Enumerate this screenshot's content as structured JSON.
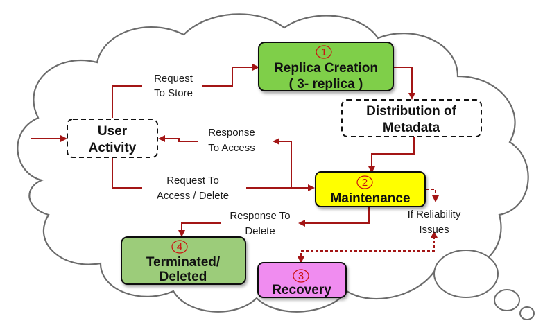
{
  "nodes": {
    "user_activity": {
      "line1": "User",
      "line2": "Activity"
    },
    "replica_creation": {
      "number": "1",
      "line1": "Replica Creation",
      "line2": "( 3- replica )"
    },
    "distribution": {
      "line1": "Distribution of",
      "line2": "Metadata"
    },
    "maintenance": {
      "number": "2",
      "line1": "Maintenance"
    },
    "recovery": {
      "number": "3",
      "line1": "Recovery"
    },
    "terminated": {
      "number": "4",
      "line1": "Terminated/",
      "line2": "Deleted"
    }
  },
  "edges": {
    "request_to_store": {
      "line1": "Request",
      "line2": "To Store"
    },
    "response_to_access": {
      "line1": "Response",
      "line2": "To Access"
    },
    "request_access_delete": {
      "line1": "Request To",
      "line2": "Access / Delete"
    },
    "response_to_delete": {
      "line1": "Response To",
      "line2": "Delete"
    },
    "reliability_issues": {
      "line1": "If Reliability",
      "line2": "Issues"
    }
  },
  "colors": {
    "arrow": "#a31515",
    "replica_fill": "#7fcf4a",
    "maintenance_fill": "#ffff00",
    "recovery_fill": "#f08cf0",
    "terminated_fill": "#9ccc7a"
  }
}
